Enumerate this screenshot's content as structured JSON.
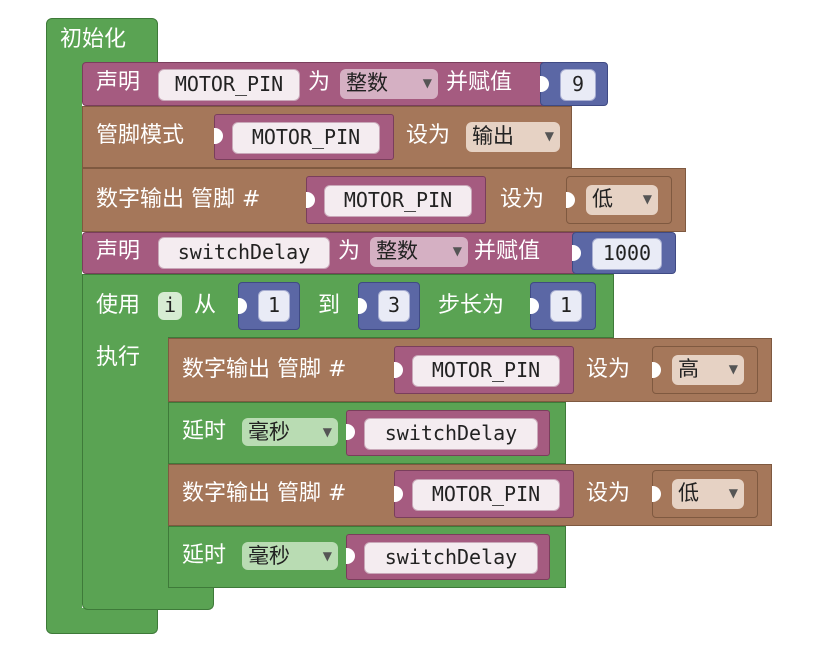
{
  "setup": {
    "label": "初始化"
  },
  "declare1": {
    "label": "声明",
    "var": "MOTOR_PIN",
    "as": "为",
    "type": "整数",
    "assign": "并赋值",
    "value": "9"
  },
  "pinmode": {
    "label": "管脚模式",
    "pin": "MOTOR_PIN",
    "set": "设为",
    "mode": "输出"
  },
  "dw1": {
    "label": "数字输出 管脚 #",
    "pin": "MOTOR_PIN",
    "set": "设为",
    "level": "低"
  },
  "declare2": {
    "label": "声明",
    "var": "switchDelay",
    "as": "为",
    "type": "整数",
    "assign": "并赋值",
    "value": "1000"
  },
  "loop": {
    "use": "使用",
    "var": "i",
    "from": "从",
    "start": "1",
    "to": "到",
    "end": "3",
    "step_label": "步长为",
    "step": "1",
    "do": "执行"
  },
  "dw2": {
    "label": "数字输出 管脚 #",
    "pin": "MOTOR_PIN",
    "set": "设为",
    "level": "高"
  },
  "delay1": {
    "label": "延时",
    "unit": "毫秒",
    "value": "switchDelay"
  },
  "dw3": {
    "label": "数字输出 管脚 #",
    "pin": "MOTOR_PIN",
    "set": "设为",
    "level": "低"
  },
  "delay2": {
    "label": "延时",
    "unit": "毫秒",
    "value": "switchDelay"
  },
  "dropdown_arrow": "▼",
  "colors": {
    "setup": "#5aa353",
    "pin_io": "#a5775a",
    "variable": "#a55b80",
    "math": "#5b67a5",
    "time": "#5aa353"
  }
}
